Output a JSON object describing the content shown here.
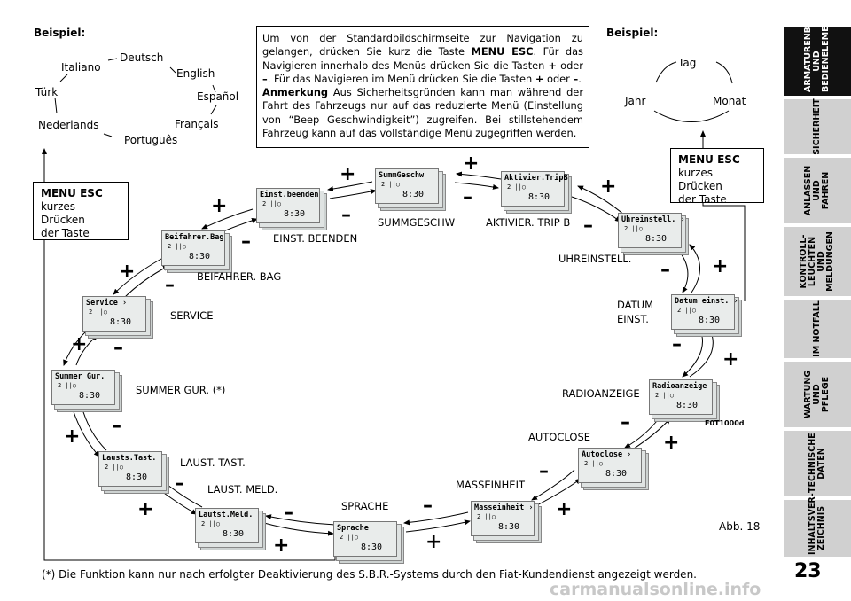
{
  "left_example_label": "Beispiel:",
  "right_example_label": "Beispiel:",
  "languages": [
    "Deutsch",
    "English",
    "Español",
    "Français",
    "Português",
    "Nederlands",
    "Türk",
    "Italiano"
  ],
  "periods": [
    "Tag",
    "Monat",
    "Jahr"
  ],
  "info": {
    "p1_a": "Um von der Standardbildschirmseite zur Navigation zu gelangen, drücken Sie kurz die Taste ",
    "p1_key": "MENU ESC",
    "p1_b": ". Für das Navigieren innerhalb des Menüs drücken Sie die Tasten ",
    "plus": "+",
    "or": " oder ",
    "minus": "–",
    "p1_c": ". Für das Navigieren im Menü drücken Sie die Tasten ",
    "p1_d": " oder ",
    "p1_e": ".",
    "note_label": "Anmerkung",
    "note_text": " Aus Sicherheitsgründen kann man während der Fahrt des Fahrzeugs nur auf das reduzierte Menü (Einstellung von “Beep Geschwindigkeit”) zugreifen. Bei stillstehendem Fahrzeug kann auf das vollständige Menü zugegriffen werden."
  },
  "esc_left": {
    "title": "MENU ESC",
    "l1": "kurzes Drücken",
    "l2": "der Taste"
  },
  "esc_right": {
    "title": "MENU ESC",
    "l1": "kurzes Drücken",
    "l2": "der Taste"
  },
  "display_time": "8:30",
  "display_icon": "2 ||○",
  "menu_items": [
    {
      "display": "SummGeschw",
      "label": "SUMMGESCHW"
    },
    {
      "display": "Aktivier.TripB",
      "label": "AKTIVIER. TRIP B"
    },
    {
      "display": "Uhreinstell. ›",
      "label": "UHREINSTELL."
    },
    {
      "display": "Datum einst. ›",
      "label": "DATUM",
      "label2": "EINST."
    },
    {
      "display": "Radioanzeige",
      "label": "RADIOANZEIGE"
    },
    {
      "display": "Autoclose ›",
      "label": "AUTOCLOSE"
    },
    {
      "display": "Masseinheit ›",
      "label": "MASSEINHEIT"
    },
    {
      "display": "Sprache",
      "label": "SPRACHE"
    },
    {
      "display": "Lautst.Meld.",
      "label": "LAUST.  MELD."
    },
    {
      "display": "Lausts.Tast.",
      "label": "LAUST. TAST."
    },
    {
      "display": "Summer Gur.",
      "label": "SUMMER GUR. (*)"
    },
    {
      "display": "Service ›",
      "label": "SERVICE"
    },
    {
      "display": "Beifahrer.Bag",
      "label": "BEIFAHRER. BAG"
    },
    {
      "display": "Einst.beenden",
      "label": "EINST. BEENDEN"
    }
  ],
  "plus_sign": "+",
  "minus_sign": "–",
  "figure_code": "F0T1000d",
  "figure_caption": "Abb. 18",
  "footnote": "(*) Die Funktion kann nur nach erfolgter Deaktivierung des S.B.R.-Systems durch den Fiat-Kundendienst angezeigt werden.",
  "page_number": "23",
  "tabs": [
    {
      "label": "ARMATURENBRETT UND BEDIENELEMENTE",
      "active": true
    },
    {
      "label": "SICHERHEIT"
    },
    {
      "label": "ANLASSEN UND FAHREN"
    },
    {
      "label": "KONTROLL- LEUCHTEN UND MELDUNGEN"
    },
    {
      "label": "IM NOTFALL"
    },
    {
      "label": "WARTUNG UND PFLEGE"
    },
    {
      "label": "TECHNISCHE DATEN"
    },
    {
      "label": "INHALTSVER- ZEICHNIS"
    }
  ],
  "watermark": "carmanualsonline.info"
}
